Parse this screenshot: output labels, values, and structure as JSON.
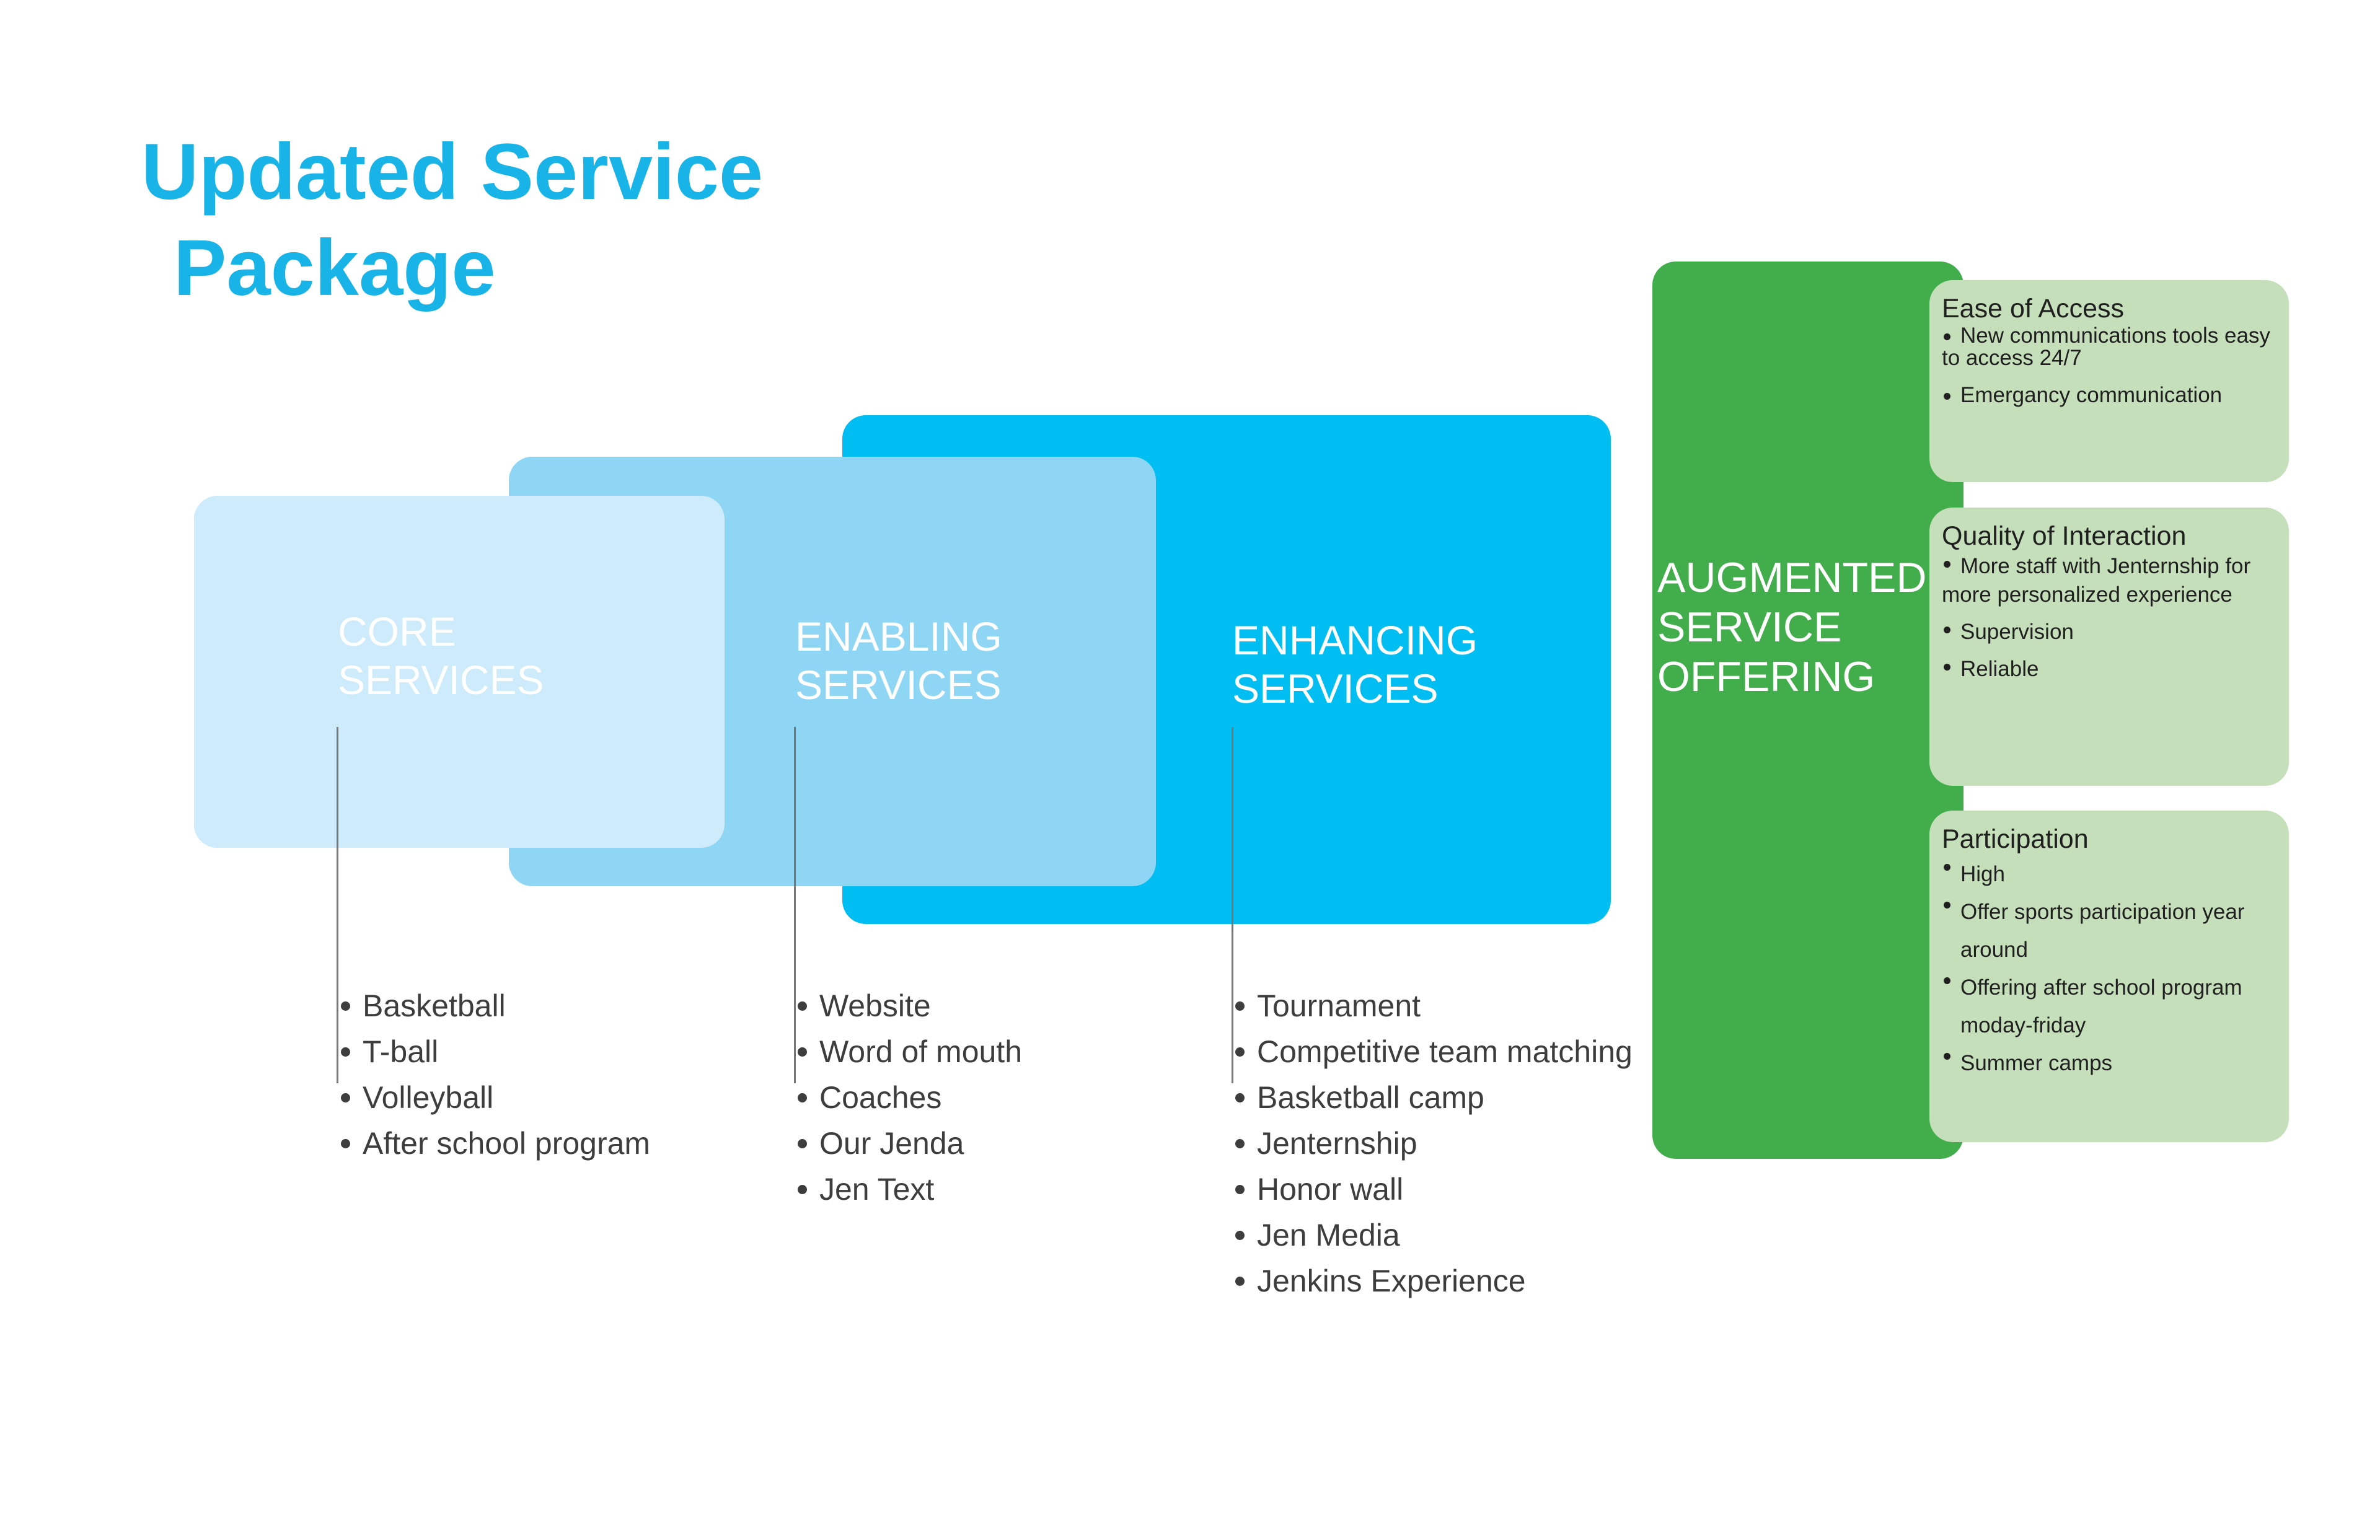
{
  "title": {
    "line1": "Updated Service",
    "line2": "Package"
  },
  "colors": {
    "title": "#18b4e8",
    "core": "#cdebfb",
    "enabling": "#8fd6f5",
    "enhancing": "#00bdf2",
    "augmented": "#41ad4b",
    "card": "#c5dfbb"
  },
  "layers": {
    "core": {
      "label": "CORE\nSERVICES",
      "items": [
        "Basketball",
        "T-ball",
        "Volleyball",
        "After school program"
      ]
    },
    "enabling": {
      "label": "ENABLING\nSERVICES",
      "items": [
        "Website",
        "Word of mouth",
        "Coaches",
        "Our Jenda",
        "Jen Text"
      ]
    },
    "enhancing": {
      "label": "ENHANCING\nSERVICES",
      "items": [
        "Tournament",
        "Competitive team matching",
        "Basketball camp",
        "Jenternship",
        "Honor wall",
        "Jen Media",
        "Jenkins Experience"
      ]
    }
  },
  "augmented": {
    "label": "AUGMENTED\nSERVICE\nOFFERING",
    "cards": [
      {
        "heading": "Ease of Access",
        "items": [
          "New communications tools easy to access 24/7",
          "Emergancy communication"
        ]
      },
      {
        "heading": "Quality of Interaction",
        "items": [
          "More staff with Jenternship for more personalized experience",
          "Supervision",
          "Reliable"
        ]
      },
      {
        "heading": "Participation",
        "items": [
          "High",
          "Offer sports participation year around",
          "Offering after school program moday-friday",
          "Summer camps"
        ]
      }
    ]
  }
}
